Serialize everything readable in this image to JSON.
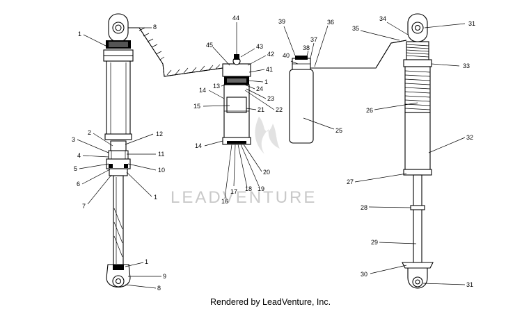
{
  "callouts": [
    {
      "id": "c1a",
      "text": "1"
    },
    {
      "id": "c8a",
      "text": "8"
    },
    {
      "id": "c2",
      "text": "2"
    },
    {
      "id": "c12",
      "text": "12"
    },
    {
      "id": "c3",
      "text": "3"
    },
    {
      "id": "c11",
      "text": "11"
    },
    {
      "id": "c4",
      "text": "4"
    },
    {
      "id": "c5",
      "text": "5"
    },
    {
      "id": "c10",
      "text": "10"
    },
    {
      "id": "c6",
      "text": "6"
    },
    {
      "id": "c1b",
      "text": "1"
    },
    {
      "id": "c7",
      "text": "7"
    },
    {
      "id": "c1c",
      "text": "1"
    },
    {
      "id": "c9",
      "text": "9"
    },
    {
      "id": "c8b",
      "text": "8"
    },
    {
      "id": "c44",
      "text": "44"
    },
    {
      "id": "c45",
      "text": "45"
    },
    {
      "id": "c43",
      "text": "43"
    },
    {
      "id": "c42",
      "text": "42"
    },
    {
      "id": "c41",
      "text": "41"
    },
    {
      "id": "c1d",
      "text": "1"
    },
    {
      "id": "c13",
      "text": "13"
    },
    {
      "id": "c24",
      "text": "24"
    },
    {
      "id": "c14a",
      "text": "14"
    },
    {
      "id": "c23",
      "text": "23"
    },
    {
      "id": "c15",
      "text": "15"
    },
    {
      "id": "c21",
      "text": "21"
    },
    {
      "id": "c22",
      "text": "22"
    },
    {
      "id": "c14b",
      "text": "14"
    },
    {
      "id": "c20",
      "text": "20"
    },
    {
      "id": "c17",
      "text": "17"
    },
    {
      "id": "c18",
      "text": "18"
    },
    {
      "id": "c19",
      "text": "19"
    },
    {
      "id": "c16",
      "text": "16"
    },
    {
      "id": "c39",
      "text": "39"
    },
    {
      "id": "c36",
      "text": "36"
    },
    {
      "id": "c40",
      "text": "40"
    },
    {
      "id": "c38",
      "text": "38"
    },
    {
      "id": "c37",
      "text": "37"
    },
    {
      "id": "c25",
      "text": "25"
    },
    {
      "id": "c34",
      "text": "34"
    },
    {
      "id": "c35",
      "text": "35"
    },
    {
      "id": "c31a",
      "text": "31"
    },
    {
      "id": "c33",
      "text": "33"
    },
    {
      "id": "c26",
      "text": "26"
    },
    {
      "id": "c32",
      "text": "32"
    },
    {
      "id": "c27",
      "text": "27"
    },
    {
      "id": "c28",
      "text": "28"
    },
    {
      "id": "c29",
      "text": "29"
    },
    {
      "id": "c30",
      "text": "30"
    },
    {
      "id": "c31b",
      "text": "31"
    }
  ],
  "watermark": "LEADVENTURE",
  "footer": "Rendered by LeadVenture, Inc."
}
